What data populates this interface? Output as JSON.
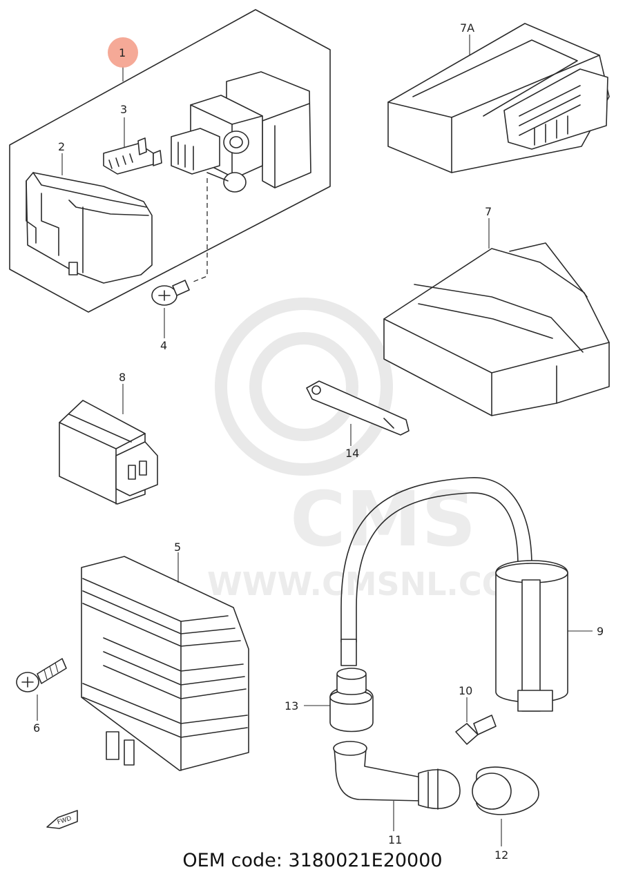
{
  "diagram": {
    "highlight_color": "#f4a08c",
    "parts": [
      {
        "id": "p1",
        "label": "1",
        "highlighted": true
      },
      {
        "id": "p2",
        "label": "2"
      },
      {
        "id": "p3",
        "label": "3"
      },
      {
        "id": "p4",
        "label": "4"
      },
      {
        "id": "p5",
        "label": "5"
      },
      {
        "id": "p6",
        "label": "6"
      },
      {
        "id": "p7",
        "label": "7"
      },
      {
        "id": "p7a",
        "label": "7A"
      },
      {
        "id": "p8",
        "label": "8"
      },
      {
        "id": "p9",
        "label": "9"
      },
      {
        "id": "p10",
        "label": "10"
      },
      {
        "id": "p11",
        "label": "11"
      },
      {
        "id": "p12",
        "label": "12"
      },
      {
        "id": "p13",
        "label": "13"
      },
      {
        "id": "p14",
        "label": "14"
      }
    ],
    "fwd_marker": "FWD"
  },
  "watermark": {
    "brand": "CMS",
    "url": "WWW.CMSNL.COM"
  },
  "footer": {
    "oem_code": "OEM code: 3180021E20000"
  }
}
